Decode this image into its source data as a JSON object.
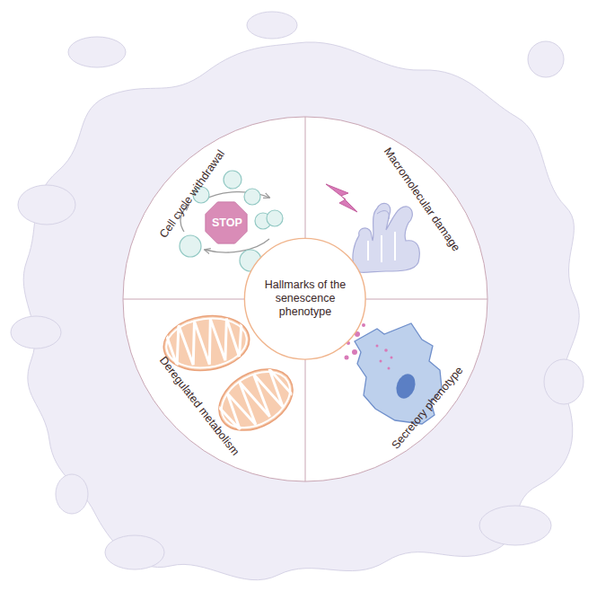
{
  "diagram": {
    "nodes": [
      {
        "text": [
          "Hallmarks of the senescence phenotype"
        ]
      },
      {
        "text": [
          "STOP"
        ]
      }
    ],
    "labels": [
      "Cell cycle withdrawal",
      "Macromolecular damage",
      "Deregulated metabolism",
      "Secretory phenotype"
    ]
  }
}
